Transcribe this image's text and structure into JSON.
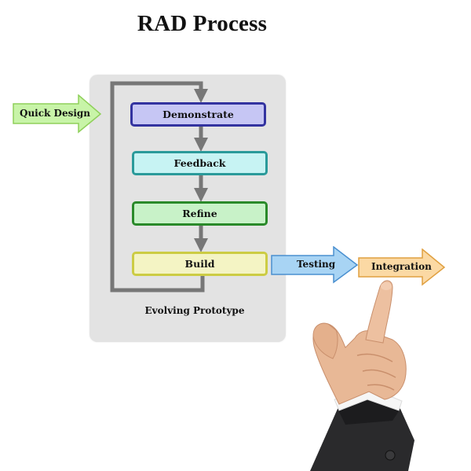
{
  "title": "RAD Process",
  "panel": {
    "label": "Evolving Prototype"
  },
  "steps": [
    {
      "label": "Demonstrate"
    },
    {
      "label": "Feedback"
    },
    {
      "label": "Refine"
    },
    {
      "label": "Build"
    }
  ],
  "arrows": {
    "input": {
      "label": "Quick Design"
    },
    "testing": {
      "label": "Testing"
    },
    "integration": {
      "label": "Integration"
    }
  },
  "colors": {
    "demonstrate": "#c6c6f4",
    "feedback": "#c7f3f3",
    "refine": "#c8f2c8",
    "build": "#f4f4c4",
    "quick_design": "#c8f4a8",
    "testing": "#a8d4f4",
    "integration": "#fbd9a4",
    "connector": "#777777"
  }
}
